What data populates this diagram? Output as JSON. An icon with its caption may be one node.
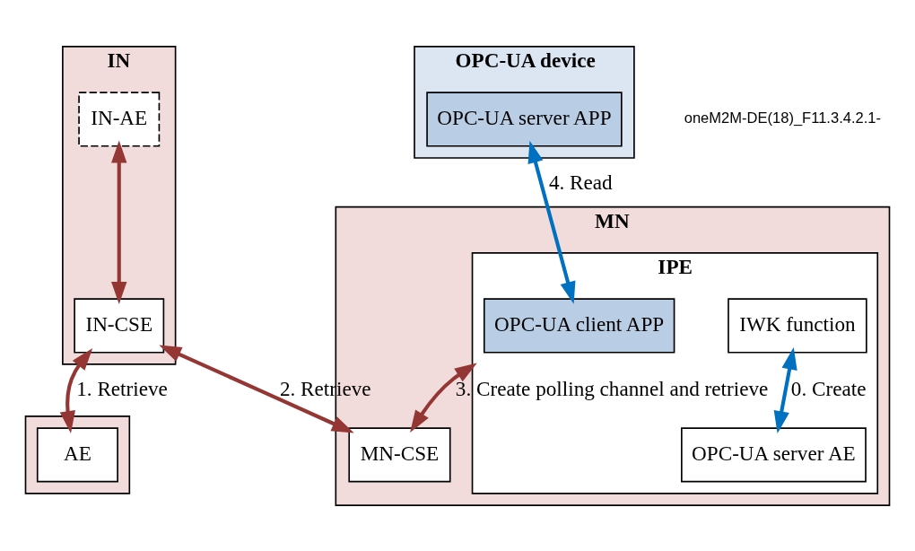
{
  "diagram": {
    "nodes": [
      {
        "text": [
          "MN"
        ]
      },
      {
        "text": [
          "IPE"
        ],
        "in": 0
      },
      {
        "text": [
          "OPC-UA client APP"
        ],
        "in": 1
      },
      {
        "text": [
          "IWK function"
        ],
        "in": 1
      },
      {
        "text": [
          "OPC-UA server AE"
        ],
        "in": 1
      },
      {
        "text": [
          "MN-CSE"
        ],
        "in": 0
      },
      {
        "text": [
          "OPC-UA device"
        ]
      },
      {
        "text": [
          "OPC-UA server APP"
        ],
        "in": 6
      },
      {
        "text": [
          "IN"
        ]
      },
      {
        "text": [
          "IN-AE"
        ],
        "in": 8
      },
      {
        "text": [
          "IN-CSE"
        ],
        "in": 8
      },
      {
        "text": [],
        "shape": "box"
      },
      {
        "text": [
          "AE"
        ],
        "in": 11
      }
    ],
    "edges": [
      {
        "from": 3,
        "to": 4,
        "arrow": "both",
        "label": "0. Create",
        "color": "#0070c0"
      },
      {
        "from": 9,
        "to": 10,
        "arrow": "both"
      },
      {
        "from": 10,
        "to": 12,
        "arrow": "both",
        "label": "1. Retrieve"
      },
      {
        "from": 10,
        "to": 5,
        "arrow": "both",
        "label": "2. Retrieve"
      },
      {
        "from": 1,
        "to": 5,
        "arrow": "both",
        "label": "3. Create polling channel and retrieve"
      },
      {
        "from": 2,
        "to": 7,
        "arrow": "both",
        "label": "4. Read",
        "color": "#0070c0"
      }
    ],
    "labels": [
      "oneM2M-DE(18)_F11.3.4.2.1-"
    ]
  }
}
